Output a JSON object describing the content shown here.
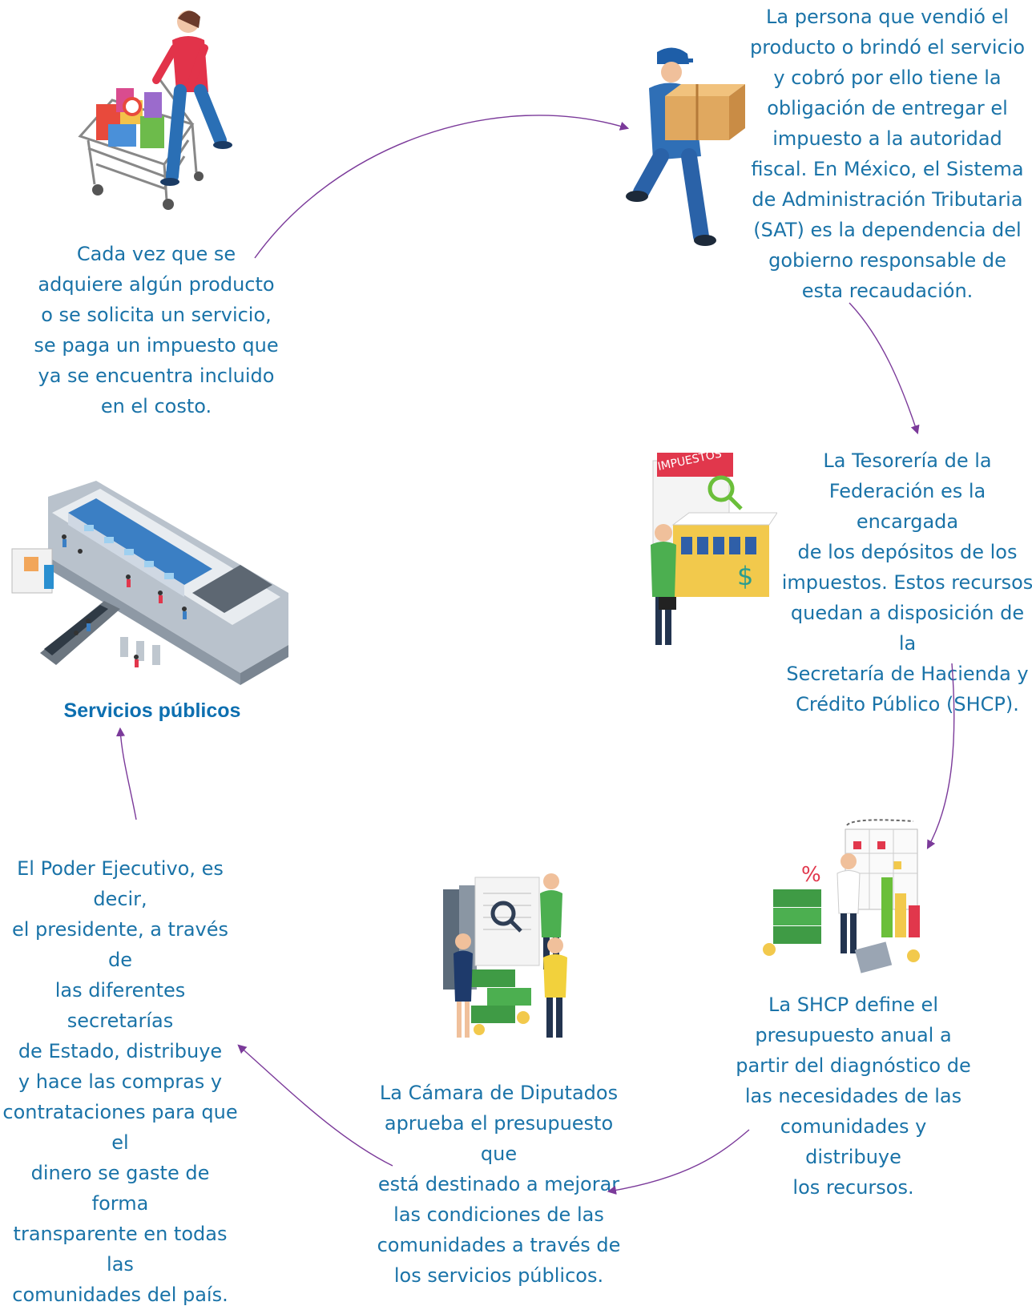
{
  "steps": [
    {
      "id": "compra",
      "text": "Cada vez que se\nadquiere algún producto\no se solicita un servicio,\nse paga un impuesto que\nya se encuentra incluido\nen el costo.",
      "icon": "shopping-cart-woman-icon"
    },
    {
      "id": "vendedor",
      "text": "La persona que vendió el\nproducto o brindó el servicio\ny cobró por ello tiene la\nobligación de entregar el\nimpuesto a la autoridad\nfiscal. En México, el Sistema\nde Administración Tributaria\n(SAT) es la dependencia del\ngobierno responsable de\nesta recaudación.",
      "icon": "delivery-man-box-icon"
    },
    {
      "id": "tesoreria",
      "text": "La Tesorería de la\nFederación es la encargada\nde los depósitos de los\nimpuestos. Estos recursos\nquedan a disposición de la\nSecretaría de Hacienda y\nCrédito Público (SHCP).",
      "icon": "tax-building-icon",
      "badge": "IMPUESTOS"
    },
    {
      "id": "shcp",
      "text": "La SHCP define el\npresupuesto anual a\npartir del diagnóstico de\nlas necesidades de las\ncomunidades y distribuye\nlos recursos.",
      "icon": "budget-planning-icon"
    },
    {
      "id": "camara",
      "text": "La Cámara de Diputados\naprueba el presupuesto que\nestá destinado a mejorar\nlas condiciones de las\ncomunidades a través de\nlos servicios públicos.",
      "icon": "budget-approval-icon"
    },
    {
      "id": "ejecutivo",
      "text": "El Poder Ejecutivo, es decir,\nel presidente, a través de\nlas diferentes secretarías\nde Estado, distribuye\ny hace las compras y\ncontrataciones para que el\ndinero se gaste de forma\ntransparente en todas las\ncomunidades del país.",
      "icon": null
    }
  ],
  "services": {
    "title": "Servicios públicos",
    "icon": "metro-station-icon"
  },
  "colors": {
    "text": "#1a73a8",
    "title": "#0d6fb0",
    "arrow": "#7b3a9a"
  }
}
